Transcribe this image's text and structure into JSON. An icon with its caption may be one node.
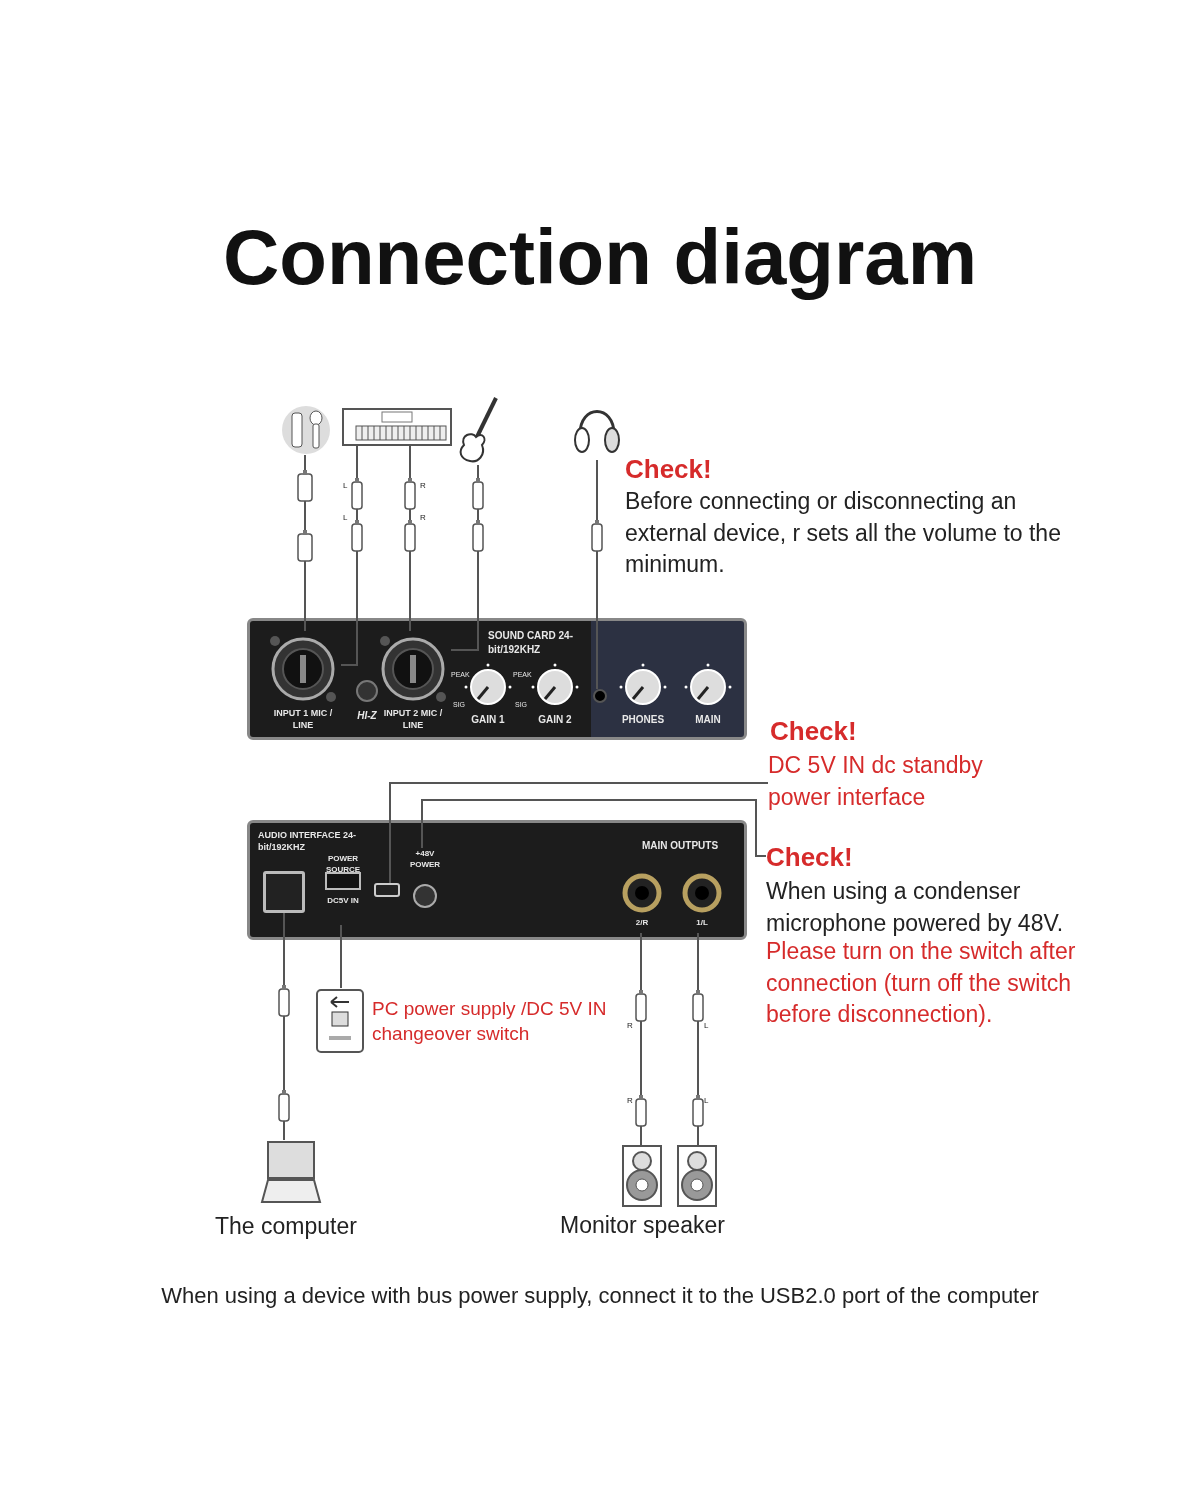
{
  "diagram": {
    "title": "Connection diagram",
    "caption": "When using a device with bus power supply, connect it to the USB2.0 port of the computer",
    "nodes": [
      {
        "text": [],
        "shape": "picture"
      },
      {
        "text": [],
        "shape": "picture"
      },
      {
        "text": [],
        "shape": "picture"
      },
      {
        "text": [],
        "shape": "picture"
      },
      {
        "text": [
          "SOUND CARD 24-bit/192KHZ"
        ]
      },
      {
        "text": [
          "INPUT 1 MIC / LINE"
        ],
        "in": 4
      },
      {
        "text": [
          "HI-Z"
        ],
        "in": 4
      },
      {
        "text": [
          "INPUT 2 MIC / LINE"
        ],
        "in": 4
      },
      {
        "text": [
          "GAIN 1"
        ],
        "in": 4
      },
      {
        "text": [
          "GAIN 2"
        ],
        "in": 4
      },
      {
        "text": [],
        "shape": "circle",
        "in": 4
      },
      {
        "text": [
          "PHONES"
        ],
        "in": 4
      },
      {
        "text": [
          "MAIN"
        ],
        "in": 4
      },
      {
        "text": [
          "AUDIO INTERFACE 24-bit/192KHZ",
          "MAIN OUTPUTS"
        ]
      },
      {
        "text": [],
        "shape": "box",
        "in": 13
      },
      {
        "text": [
          "POWER SOURCE",
          "DC5V IN"
        ],
        "in": 13
      },
      {
        "text": [],
        "shape": "box",
        "in": 13
      },
      {
        "text": [
          "+48V POWER"
        ],
        "in": 13
      },
      {
        "text": [
          "2/R"
        ],
        "in": 13
      },
      {
        "text": [
          "1/L"
        ],
        "in": 13
      },
      {
        "text": [],
        "shape": "picture",
        "beside": [
          "PC power supply /DC 5V IN changeover switch"
        ]
      },
      {
        "text": [],
        "shape": "picture",
        "beside": [
          "The computer"
        ]
      },
      {
        "text": [],
        "shape": "picture"
      },
      {
        "text": [],
        "shape": "picture"
      },
      {
        "text": [
          "Check!",
          "DC 5V IN dc standby power interface"
        ]
      },
      {
        "text": [
          "Check!",
          "When using a condenser microphone powered by 48V.",
          "Please turn on the switch after connection (turn off the switch before disconnection)."
        ]
      }
    ],
    "edges": [
      {
        "from": 0,
        "to": 5,
        "arrow": "none"
      },
      {
        "from": 1,
        "to": 5,
        "arrow": "none"
      },
      {
        "from": 1,
        "to": 7,
        "arrow": "none"
      },
      {
        "from": 2,
        "to": 7,
        "arrow": "none"
      },
      {
        "from": 3,
        "to": 10,
        "arrow": "none"
      },
      {
        "from": 14,
        "to": 21,
        "arrow": "none"
      },
      {
        "from": 15,
        "to": 20,
        "arrow": "none"
      },
      {
        "from": 18,
        "to": 22,
        "arrow": "none"
      },
      {
        "from": 19,
        "to": 23,
        "arrow": "none"
      },
      {
        "from": 24,
        "to": 16,
        "arrow": "none"
      },
      {
        "from": 25,
        "to": 17,
        "arrow": "none"
      }
    ],
    "labels": [
      "Check!",
      "Before connecting or disconnecting an external device, r sets all the volume to the minimum.",
      "L",
      "L",
      "R",
      "R",
      "PEAK",
      "SIG",
      "PEAK",
      "SIG",
      "R",
      "L",
      "R",
      "L",
      "Monitor speaker"
    ]
  }
}
